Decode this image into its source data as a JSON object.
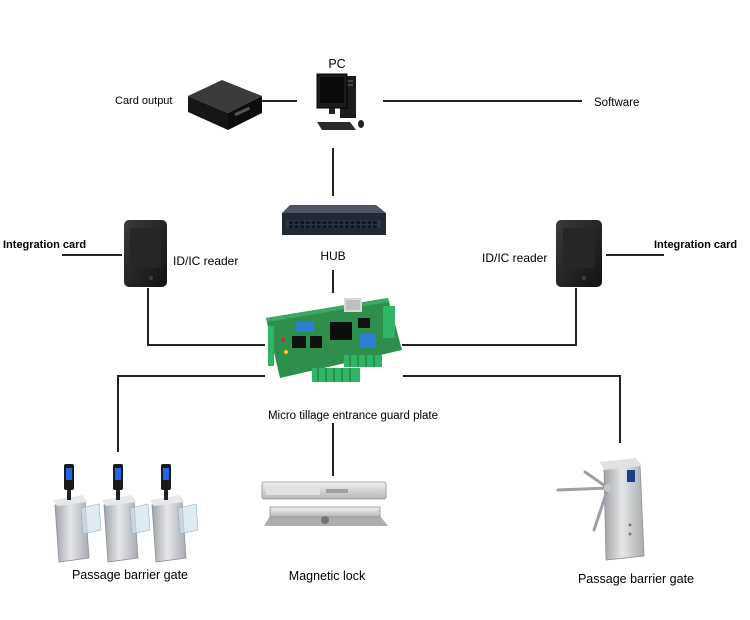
{
  "diagram": {
    "nodes": {
      "pc": {
        "label": "PC",
        "icon": "desktop-computer-icon"
      },
      "card_output": {
        "label": "Card output",
        "icon": "card-encoder-icon"
      },
      "software": {
        "label": "Software"
      },
      "hub": {
        "label": "HUB",
        "icon": "network-switch-icon"
      },
      "reader_left": {
        "label": "ID/IC reader",
        "icon": "card-reader-icon"
      },
      "reader_right": {
        "label": "ID/IC reader",
        "icon": "card-reader-icon"
      },
      "integration_left": {
        "label": "Integration card"
      },
      "integration_right": {
        "label": "Integration card"
      },
      "controller": {
        "label": "Micro tillage entrance guard plate",
        "icon": "controller-board-icon"
      },
      "gate_left": {
        "label": "Passage barrier gate",
        "icon": "barrier-gate-icon"
      },
      "lock": {
        "label": "Magnetic lock",
        "icon": "magnetic-lock-icon"
      },
      "gate_right": {
        "label": "Passage barrier gate",
        "icon": "tripod-turnstile-icon"
      }
    },
    "connections": [
      {
        "from": "card_output",
        "to": "pc"
      },
      {
        "from": "pc",
        "to": "software"
      },
      {
        "from": "pc",
        "to": "hub"
      },
      {
        "from": "hub",
        "to": "controller"
      },
      {
        "from": "integration_left",
        "to": "reader_left"
      },
      {
        "from": "reader_left",
        "to": "controller"
      },
      {
        "from": "integration_right",
        "to": "reader_right"
      },
      {
        "from": "reader_right",
        "to": "controller"
      },
      {
        "from": "controller",
        "to": "gate_left"
      },
      {
        "from": "controller",
        "to": "lock"
      },
      {
        "from": "controller",
        "to": "gate_right"
      }
    ],
    "colors": {
      "line": "#222222",
      "board": "#2e8f4c",
      "terminal": "#2fb566",
      "device": "#1e1e1e",
      "metal": "#c4c8cc"
    }
  }
}
